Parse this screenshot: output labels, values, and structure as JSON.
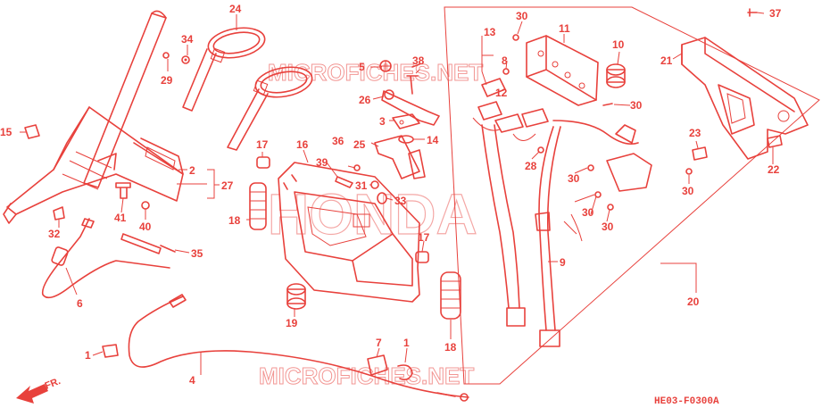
{
  "colors": {
    "ink": "#e8413c",
    "background": "#ffffff"
  },
  "diagram_code": "HE03-F0300A",
  "watermark": {
    "top": "MICROFICHES.NET",
    "center": "HONDA",
    "bottom": "MICROFICHES.NET"
  },
  "direction_marker": "FR.",
  "callouts": {
    "c1a": "1",
    "c1b": "1",
    "c2": "2",
    "c3": "3",
    "c4": "4",
    "c5": "5",
    "c6": "6",
    "c7": "7",
    "c8": "8",
    "c9": "9",
    "c10": "10",
    "c11": "11",
    "c12": "12",
    "c13": "13",
    "c14": "14",
    "c15": "15",
    "c16": "16",
    "c17a": "17",
    "c17b": "17",
    "c18a": "18",
    "c18b": "18",
    "c19": "19",
    "c20": "20",
    "c21": "21",
    "c22": "22",
    "c23": "23",
    "c24": "24",
    "c25": "25",
    "c26": "26",
    "c27": "27",
    "c28": "28",
    "c29": "29",
    "c30a": "30",
    "c30b": "30",
    "c30c": "30",
    "c30d": "30",
    "c30e": "30",
    "c30f": "30",
    "c31": "31",
    "c32": "32",
    "c33": "33",
    "c34": "34",
    "c35": "35",
    "c36": "36",
    "c37": "37",
    "c38": "38",
    "c39": "39",
    "c40": "40",
    "c41": "41"
  }
}
